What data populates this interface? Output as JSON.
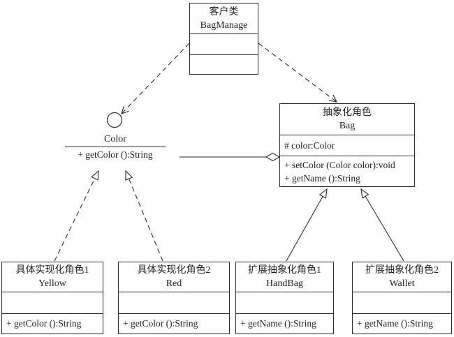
{
  "diagram_type": "uml-class-diagram-bridge-pattern",
  "colors": {
    "background": "#ffffff",
    "stroke": "#2b2b2b",
    "text": "#1f1f1f"
  },
  "nodes": {
    "client": {
      "stereotype": "客户类",
      "name": "BagManage"
    },
    "abstraction": {
      "stereotype": "抽象化角色",
      "name": "Bag",
      "attributes": [
        "# color:Color"
      ],
      "methods": [
        "+ setColor (Color color):void",
        "+ getName ():String"
      ]
    },
    "implementor": {
      "name": "Color",
      "methods": [
        "+ getColor ():String"
      ]
    },
    "concrete1": {
      "stereotype": "具体实现化角色1",
      "name": "Yellow",
      "methods": [
        "+ getColor ():String"
      ]
    },
    "concrete2": {
      "stereotype": "具体实现化角色2",
      "name": "Red",
      "methods": [
        "+ getColor ():String"
      ]
    },
    "refined1": {
      "stereotype": "扩展抽象化角色1",
      "name": "HandBag",
      "methods": [
        "+ getName ():String"
      ]
    },
    "refined2": {
      "stereotype": "扩展抽象化角色2",
      "name": "Wallet",
      "methods": [
        "+ getName ():String"
      ]
    }
  },
  "edges": [
    {
      "from": "BagManage",
      "to": "Color",
      "type": "dependency",
      "style": "dashed-open-arrow"
    },
    {
      "from": "BagManage",
      "to": "Bag",
      "type": "dependency",
      "style": "dashed-open-arrow"
    },
    {
      "from": "Bag",
      "to": "Color",
      "type": "aggregation",
      "style": "solid-hollow-diamond"
    },
    {
      "from": "Yellow",
      "to": "Color",
      "type": "realization",
      "style": "dashed-hollow-triangle"
    },
    {
      "from": "Red",
      "to": "Color",
      "type": "realization",
      "style": "dashed-hollow-triangle"
    },
    {
      "from": "HandBag",
      "to": "Bag",
      "type": "generalization",
      "style": "solid-hollow-triangle"
    },
    {
      "from": "Wallet",
      "to": "Bag",
      "type": "generalization",
      "style": "solid-hollow-triangle"
    }
  ]
}
